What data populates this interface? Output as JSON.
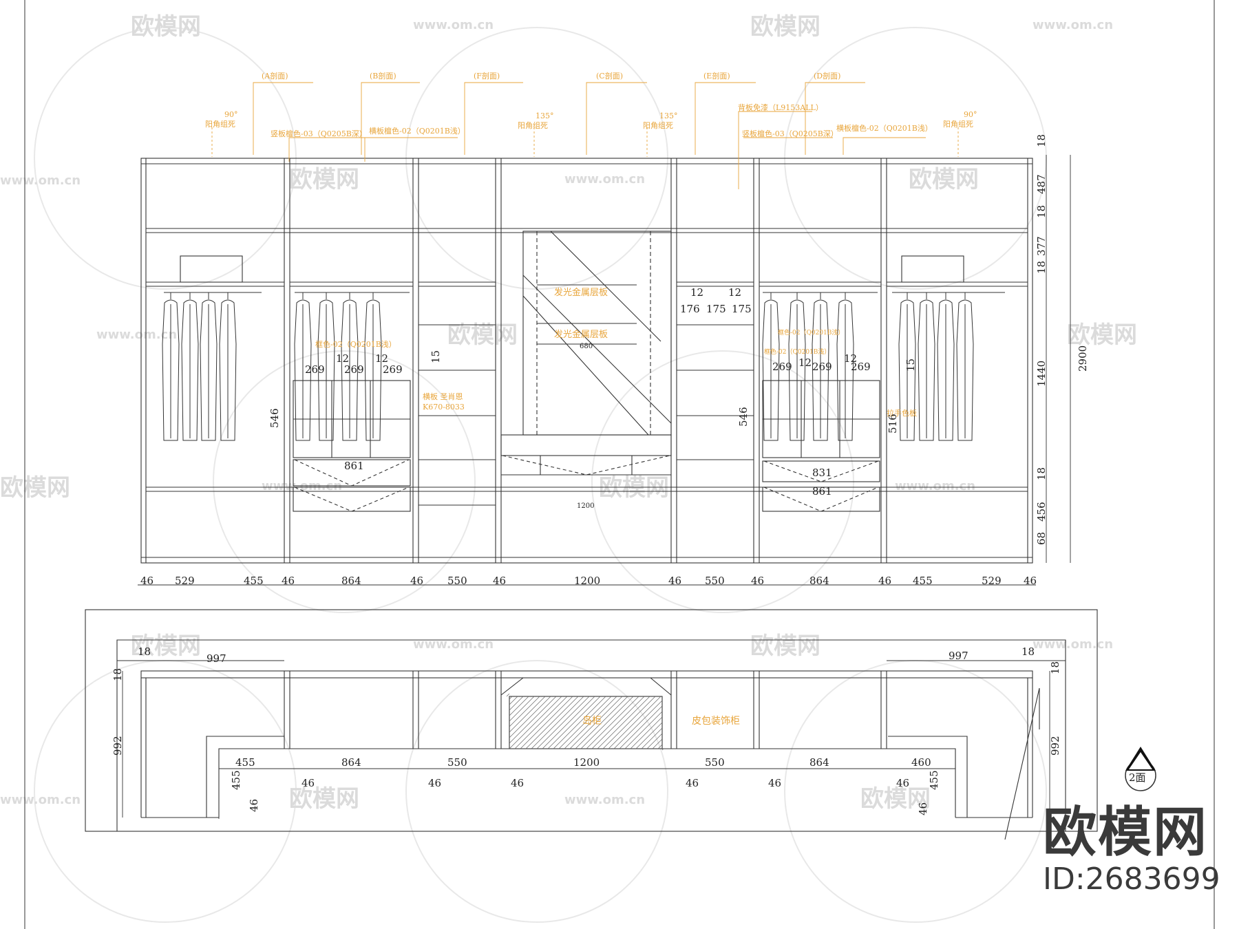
{
  "section_tags": [
    {
      "id": "A",
      "text": "(A剖面)"
    },
    {
      "id": "B",
      "text": "(B剖面)"
    },
    {
      "id": "F",
      "text": "(F剖面)"
    },
    {
      "id": "C",
      "text": "(C剖面)"
    },
    {
      "id": "E",
      "text": "(E剖面)"
    },
    {
      "id": "D",
      "text": "(D剖面)"
    }
  ],
  "annotations": {
    "corner_left": [
      "90°",
      "阳角组死"
    ],
    "corner_mid_left": [
      "135°",
      "阳角组死"
    ],
    "corner_mid_right": [
      "135°",
      "阳角组死"
    ],
    "corner_right": [
      "90°",
      "阳角组死"
    ],
    "vertical_panel_left": "竖板檀色-03（Q0205B深）",
    "horizontal_panel_left": "横板檀色-02（Q0201B浅）",
    "back_panel": "背板免漆（L9153ALL）",
    "vertical_panel_right": "竖板檀色-03（Q0205B深）",
    "horizontal_panel_right": "横板檀色-02（Q0201B浅）",
    "shelf_glow_1": "发光金属层板",
    "shelf_glow_2": "发光金属层板",
    "shelf_glow_width": "680",
    "cabinet_color_left": "框色-02（Q0201B浅）",
    "cabinet_color_right_1": "框色-02（Q0201B浅）",
    "cabinet_color_right_2": "框色-02（Q0201B浅）",
    "drawer_handle": "拉手色板",
    "drawer_part_1": "横板 圣肖恩",
    "drawer_part_2": "K670-8033",
    "top_island": "岛柜",
    "top_leather": "皮包装饰柜"
  },
  "elevation_dims": {
    "bottom": [
      "46",
      "529",
      "455",
      "46",
      "864",
      "46",
      "550",
      "46",
      "1200",
      "46",
      "550",
      "46",
      "864",
      "46",
      "455",
      "529",
      "46"
    ],
    "right_parts": [
      "18",
      "487",
      "18",
      "377",
      "18",
      "1440",
      "18",
      "456",
      "68"
    ],
    "total_height": "2900",
    "inner": {
      "d269": "269",
      "d12": "12",
      "d15": "15",
      "d546": "546",
      "d516": "516",
      "d861": "861",
      "d831": "831",
      "d1200": "1200",
      "d176": "176",
      "d175": "175"
    }
  },
  "plan_dims": {
    "d18": "18",
    "d997": "997",
    "d992": "992",
    "bottom": [
      "455",
      "864",
      "550",
      "1200",
      "550",
      "864",
      "460"
    ],
    "d46": "46",
    "d455": "455"
  },
  "north_label": "2面",
  "watermark": {
    "logo": "欧模网",
    "url": "www.om.cn"
  },
  "brand": {
    "name": "欧模网",
    "id": "ID:2683699"
  }
}
